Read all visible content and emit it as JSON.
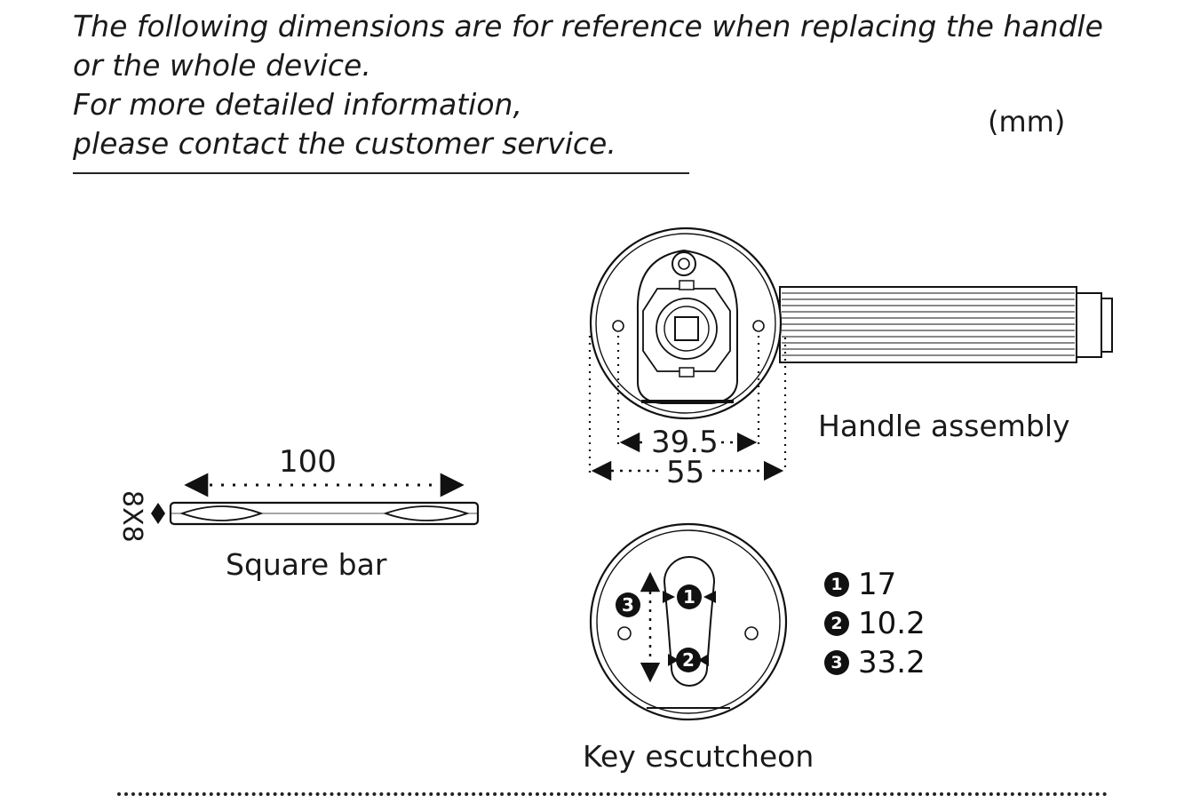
{
  "intro": {
    "line1": "The following dimensions are for reference when replacing the handle",
    "line2": "or the whole device.",
    "line3": "For more detailed information,",
    "line4": "please contact the customer service."
  },
  "unit_label": "(mm)",
  "square_bar": {
    "label": "Square bar",
    "length": "100",
    "section": "8X8"
  },
  "handle_assembly": {
    "label": "Handle assembly",
    "inner_width": "39.5",
    "outer_width": "55"
  },
  "key_escutcheon": {
    "label": "Key escutcheon",
    "markers": [
      "1",
      "2",
      "3"
    ]
  },
  "legend": [
    {
      "marker": "1",
      "value": "17"
    },
    {
      "marker": "2",
      "value": "10.2"
    },
    {
      "marker": "3",
      "value": "33.2"
    }
  ]
}
